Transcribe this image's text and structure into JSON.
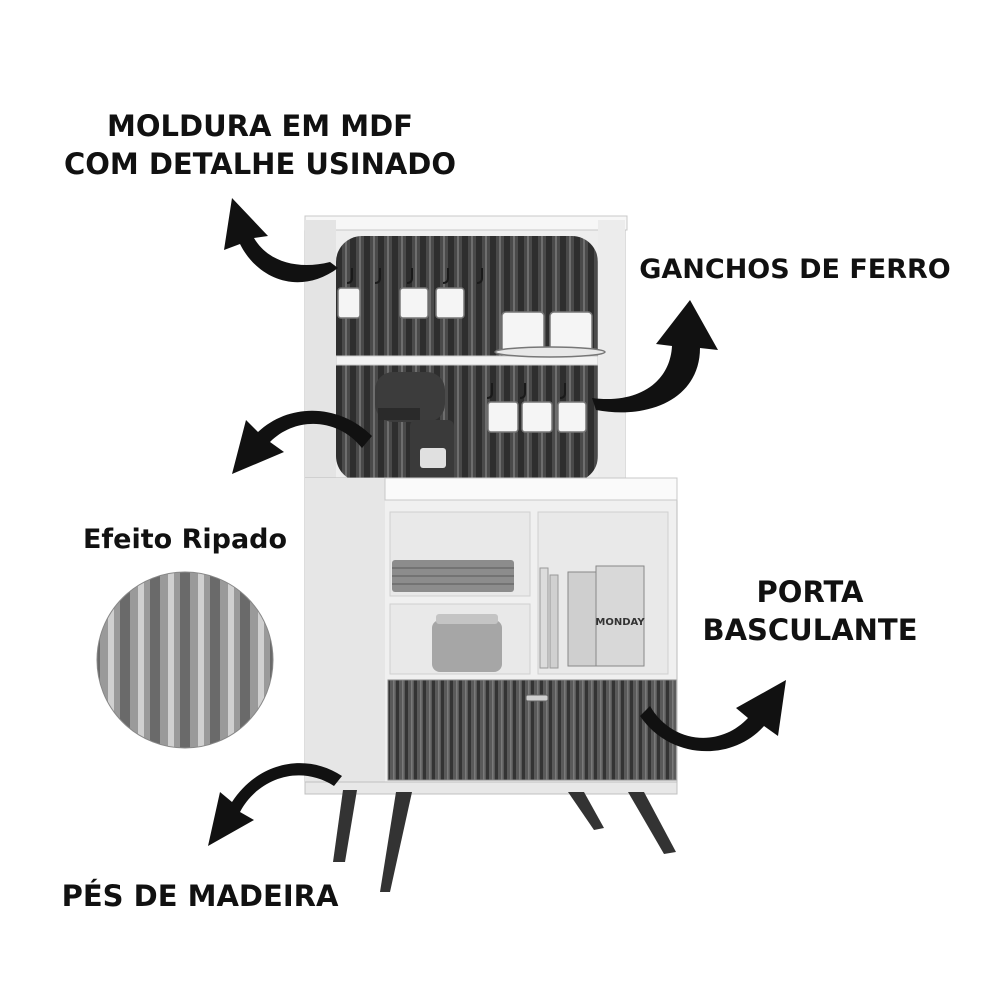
{
  "labels": {
    "moldura_line1": "MOLDURA EM MDF",
    "moldura_line2": "COM DETALHE USINADO",
    "ganchos": "GANCHOS DE FERRO",
    "ripado": "Efeito Ripado",
    "porta_line1": "PORTA",
    "porta_line2": "BASCULANTE",
    "pes": "PÉS DE MADEIRA"
  },
  "product_text": {
    "package_label": "MONDAY"
  },
  "colors": {
    "arrow": "#111111",
    "frame": "#f2f2f2",
    "slat_dark": "#3a3a3a",
    "slat_light": "#6a6a6a",
    "legs": "#333333"
  }
}
